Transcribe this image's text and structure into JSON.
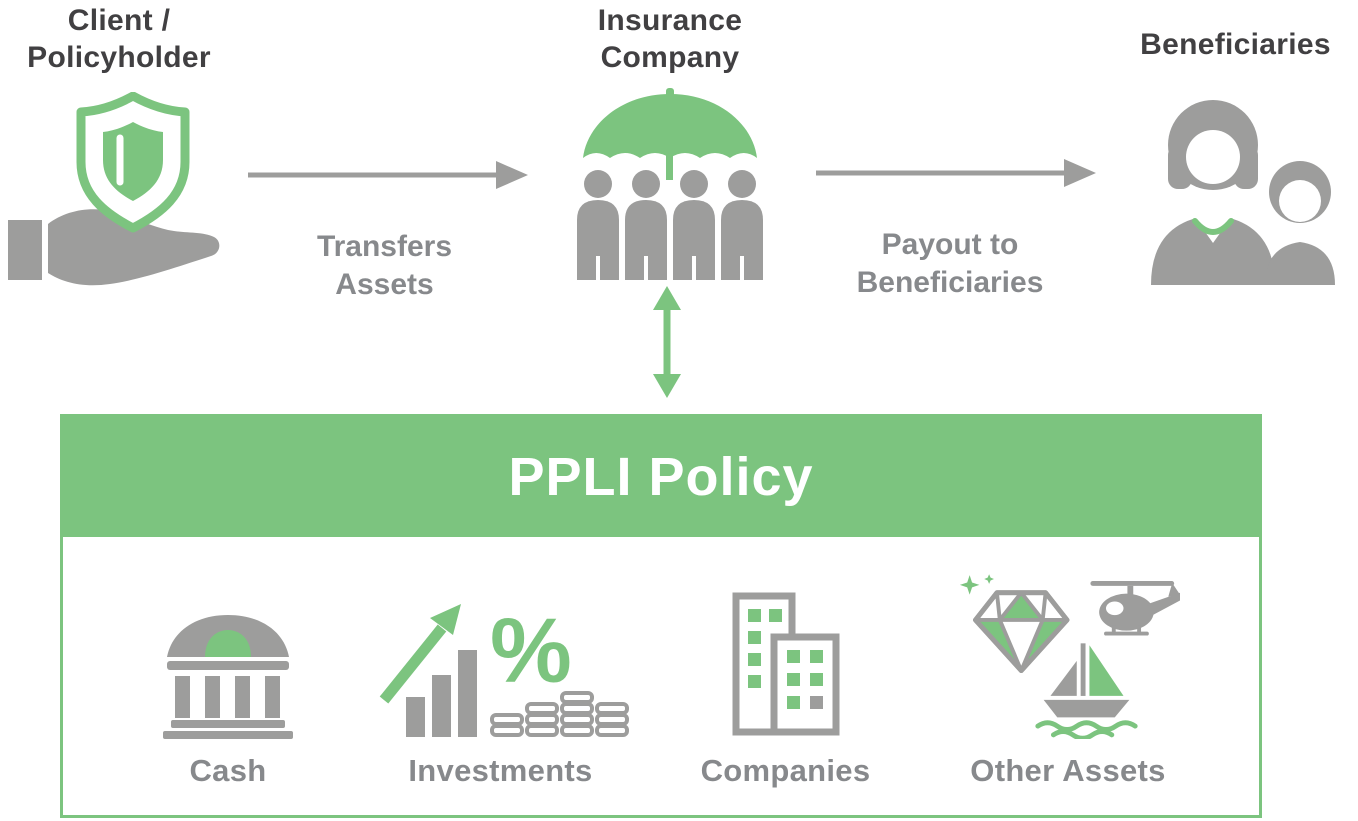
{
  "colors": {
    "green": "#7cc47f",
    "icon_gray": "#9d9d9c",
    "heading_text": "#414042",
    "label_text": "#87898c",
    "policy_title_text": "#ffffff"
  },
  "icons": {
    "client": "hand-shield-icon",
    "insurance": "umbrella-people-icon",
    "beneficiaries": "woman-child-icon",
    "transfers": "arrow-right-icon",
    "payout": "arrow-right-icon",
    "policy_link": "double-arrow-vertical-icon",
    "cash": "bank-icon",
    "investments": "growth-chart-percent-coins-icon",
    "companies": "buildings-icon",
    "other_assets": "diamond-helicopter-sailboat-icon"
  },
  "nodes": {
    "client": {
      "line1": "Client /",
      "line2": "Policyholder"
    },
    "insurance": {
      "line1": "Insurance",
      "line2": "Company"
    },
    "beneficiaries": {
      "label": "Beneficiaries"
    }
  },
  "flows": {
    "transfers": {
      "line1": "Transfers",
      "line2": "Assets"
    },
    "payout": {
      "line1": "Payout to",
      "line2": "Beneficiaries"
    }
  },
  "policy": {
    "title": "PPLI Policy",
    "investments_percent": "%",
    "items": [
      {
        "label": "Cash"
      },
      {
        "label": "Investments"
      },
      {
        "label": "Companies"
      },
      {
        "label": "Other Assets"
      }
    ]
  }
}
